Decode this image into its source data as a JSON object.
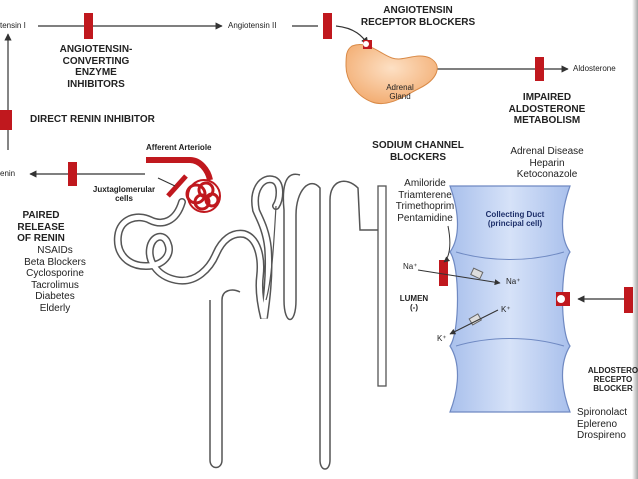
{
  "labels": {
    "angiotensin_i": "tensin I",
    "angiotensin_ii": "Angiotensin II",
    "ace_inhibitors": "ANGIOTENSIN-\nCONVERTING ENZYME\nINHIBITORS",
    "arb_top": "ANGIOTENSIN\nRECEPTOR BLOCKERS",
    "adrenal_gland": "Adrenal\nGland",
    "aldosterone": "Aldosterone",
    "direct_renin_inhibitor": "DIRECT RENIN INHIBITOR",
    "impaired_aldosterone": "IMPAIRED\nALDOSTERONE\nMETABOLISM",
    "aldo_causes": "Adrenal Disease\nHeparin\nKetoconazole",
    "sodium_channel_blockers": "SODIUM CHANNEL\nBLOCKERS",
    "sodium_drugs": "Amiloride\nTriamterene\nTrimethoprim\nPentamidine",
    "afferent_arteriole": "Afferent Arteriole",
    "renin": "enin",
    "juxtaglomerular": "Juxtaglomerular\ncells",
    "impaired_renin": "PAIRED RELEASE\nOF RENIN",
    "renin_causes": "NSAIDs\nBeta Blockers\nCyclosporine\nTacrolimus\nDiabetes\nElderly",
    "collecting_duct": "Collecting Duct\n(principal cell)",
    "na_lumen": "Na⁺",
    "na_cell": "Na⁺",
    "k_cell": "K⁺",
    "k_lumen": "K⁺",
    "lumen": "LUMEN\n(-)",
    "aldo_receptor_blockers": "ALDOSTERO\nRECEPTO\nBLOCKER",
    "aldo_blocker_drugs": "Spironolact\nEplereno\nDrospireno"
  },
  "colors": {
    "block": "#c0181e",
    "arrow": "#333333",
    "adrenal": "#f5b27c",
    "duct": "#b9cdf0",
    "duct_edge": "#6f89c2",
    "tubule": "#555555"
  }
}
